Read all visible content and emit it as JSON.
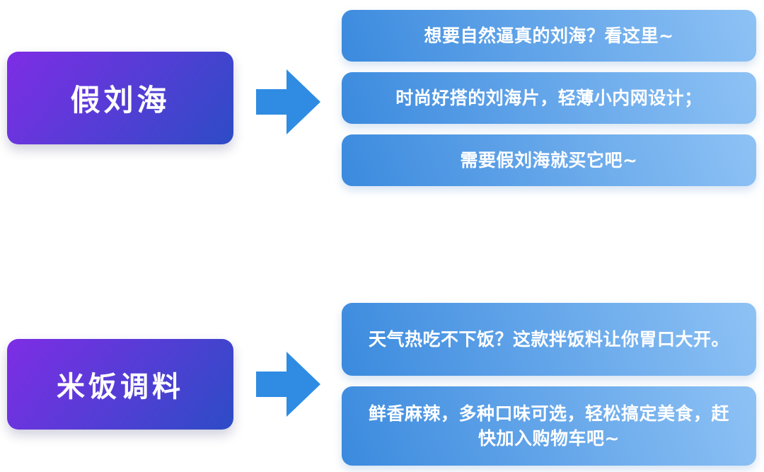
{
  "colors": {
    "background": "#ffffff",
    "topic_gradient_start": "#7e2de5",
    "topic_gradient_end": "#2d4cc6",
    "point_gradient_start": "#3b8ade",
    "point_gradient_end": "#8ec2f5",
    "arrow_blue": "#2f8ce2",
    "text_white": "#ffffff"
  },
  "sections": [
    {
      "topic": "假刘海",
      "points": [
        "想要自然逼真的刘海？看这里~",
        "时尚好搭的刘海片，轻薄小内网设计；",
        "需要假刘海就买它吧~"
      ]
    },
    {
      "topic": "米饭调料",
      "points": [
        "天气热吃不下饭？这款拌饭料让你胃口大开。",
        "鲜香麻辣，多种口味可选，轻松搞定美食，赶快加入购物车吧~"
      ]
    }
  ]
}
